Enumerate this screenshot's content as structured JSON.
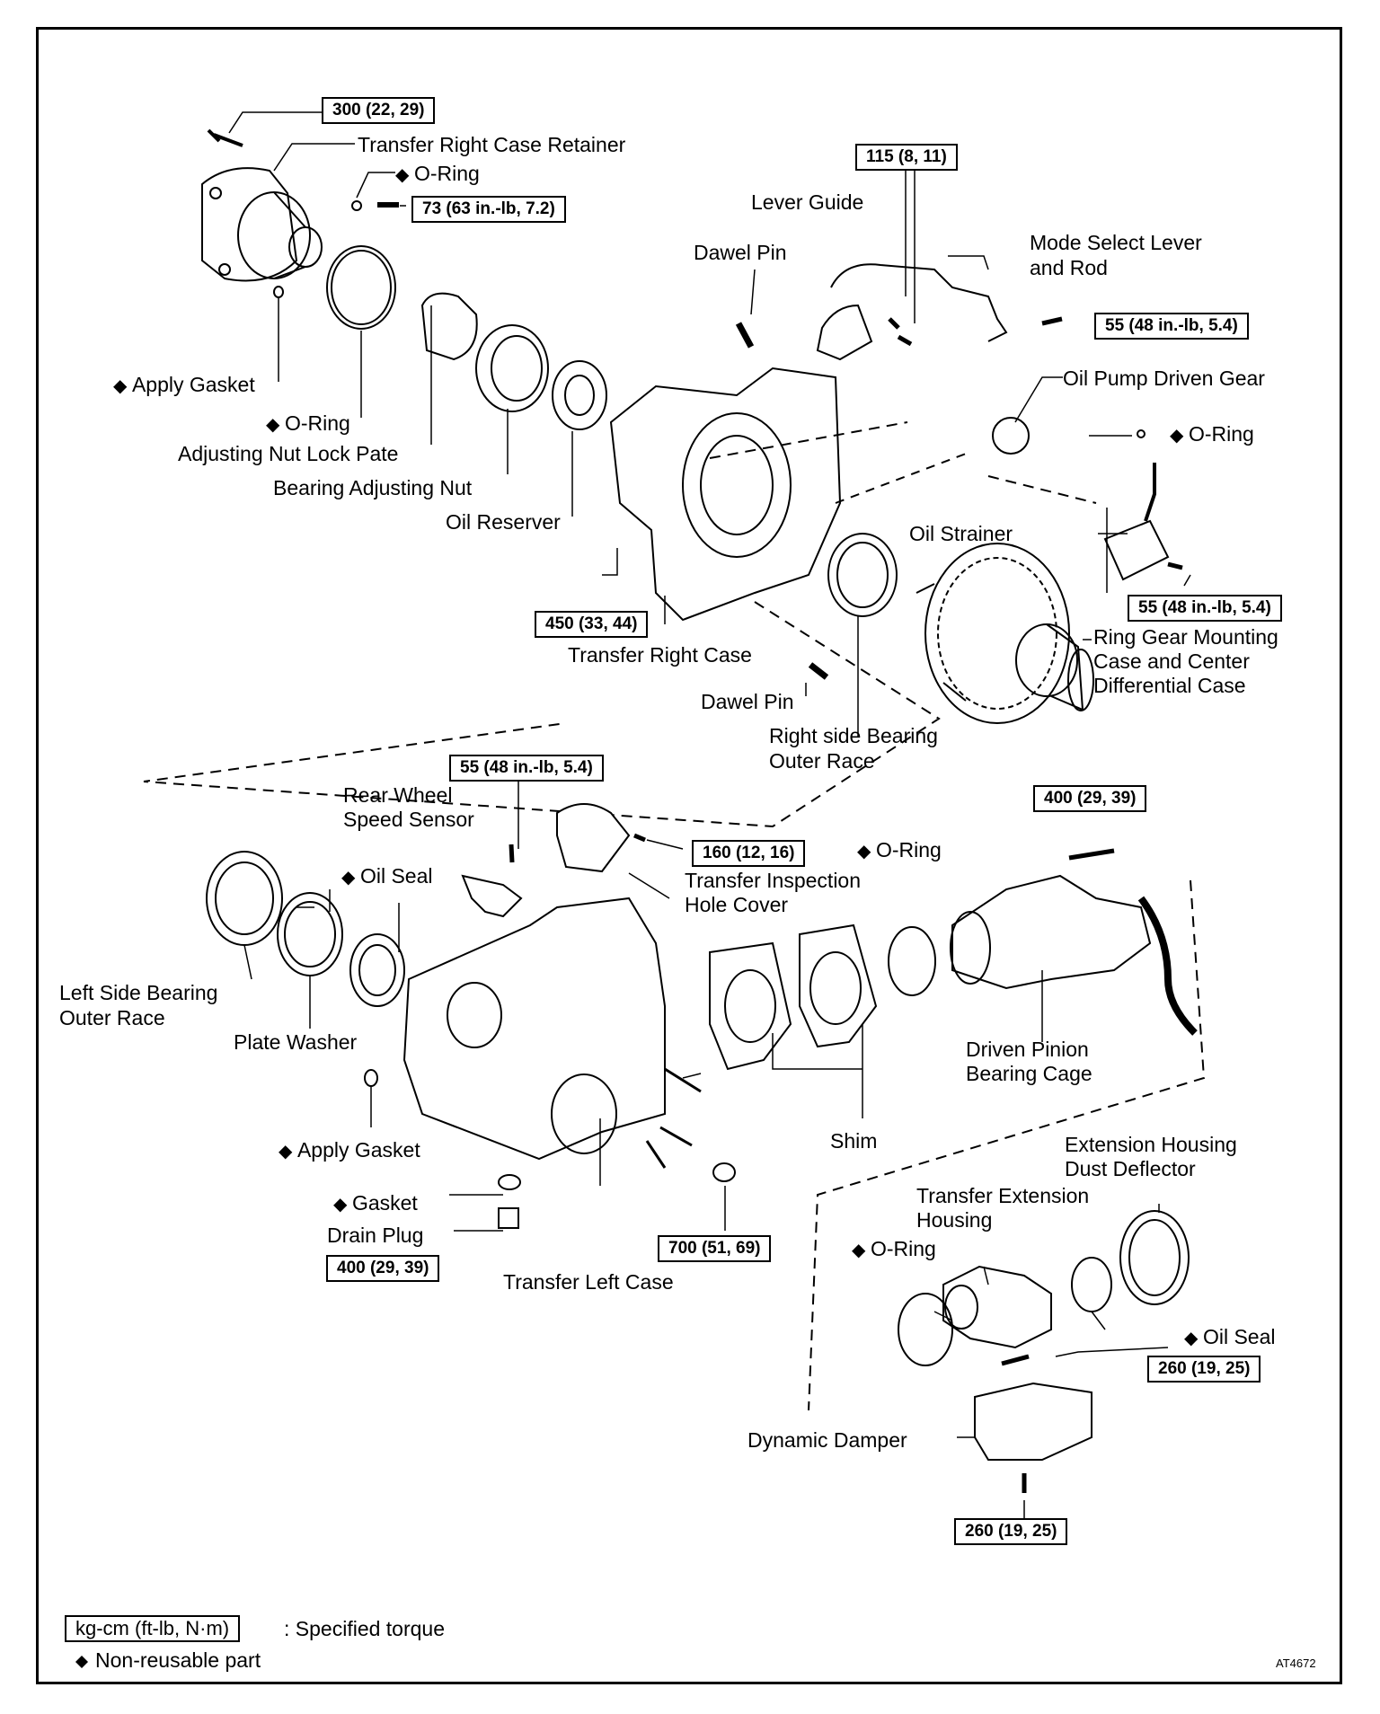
{
  "torque": {
    "t1": "300 (22, 29)",
    "t2": "73 (63 in.-lb, 7.2)",
    "t3": "115 (8, 11)",
    "t4": "55 (48 in.-lb, 5.4)",
    "t5": "450 (33, 44)",
    "t6": "55 (48 in.-lb, 5.4)",
    "t7": "55 (48 in.-lb, 5.4)",
    "t8": "160 (12, 16)",
    "t9": "400 (29, 39)",
    "t10": "700 (51, 69)",
    "t11": "400 (29, 39)",
    "t12": "260 (19, 25)",
    "t13": "260 (19, 25)"
  },
  "labels": {
    "transfer_right_case_retainer": "Transfer Right Case Retainer",
    "o_ring_1": "O-Ring",
    "apply_gasket_1": "Apply Gasket",
    "o_ring_2": "O-Ring",
    "adjusting_nut_lock_plate": "Adjusting Nut Lock Pate",
    "bearing_adjusting_nut": "Bearing Adjusting Nut",
    "oil_reserver": "Oil Reserver",
    "transfer_right_case": "Transfer Right Case",
    "dawel_pin_1": "Dawel Pin",
    "lever_guide": "Lever Guide",
    "mode_select_lever_1": "Mode Select Lever",
    "mode_select_lever_2": "and Rod",
    "oil_pump_driven_gear": "Oil Pump Driven Gear",
    "o_ring_3": "O-Ring",
    "oil_strainer": "Oil Strainer",
    "ring_gear_1": "Ring Gear Mounting",
    "ring_gear_2": "Case and Center",
    "ring_gear_3": "Differential Case",
    "dawel_pin_2": "Dawel Pin",
    "right_bearing_1": "Right side Bearing",
    "right_bearing_2": "Outer Race",
    "rear_wheel_1": "Rear Wheel",
    "rear_wheel_2": "Speed Sensor",
    "oil_seal_1": "Oil Seal",
    "inspection_cover_1": "Transfer Inspection",
    "inspection_cover_2": "Hole Cover",
    "o_ring_4": "O-Ring",
    "left_bearing_1": "Left Side Bearing",
    "left_bearing_2": "Outer Race",
    "plate_washer": "Plate Washer",
    "apply_gasket_2": "Apply Gasket",
    "driven_pinion_1": "Driven Pinion",
    "driven_pinion_2": "Bearing Cage",
    "shim": "Shim",
    "gasket": "Gasket",
    "drain_plug": "Drain Plug",
    "transfer_left_case": "Transfer Left Case",
    "ext_dust_1": "Extension Housing",
    "ext_dust_2": "Dust Deflector",
    "ext_housing_1": "Transfer Extension",
    "ext_housing_2": "Housing",
    "o_ring_5": "O-Ring",
    "oil_seal_2": "Oil Seal",
    "dynamic_damper": "Dynamic Damper"
  },
  "legend": {
    "unit_box": "kg-cm (ft-lb, N·m)",
    "unit_text": ": Specified torque",
    "nonreusable": "Non-reusable part"
  },
  "figure_code": "AT4672"
}
